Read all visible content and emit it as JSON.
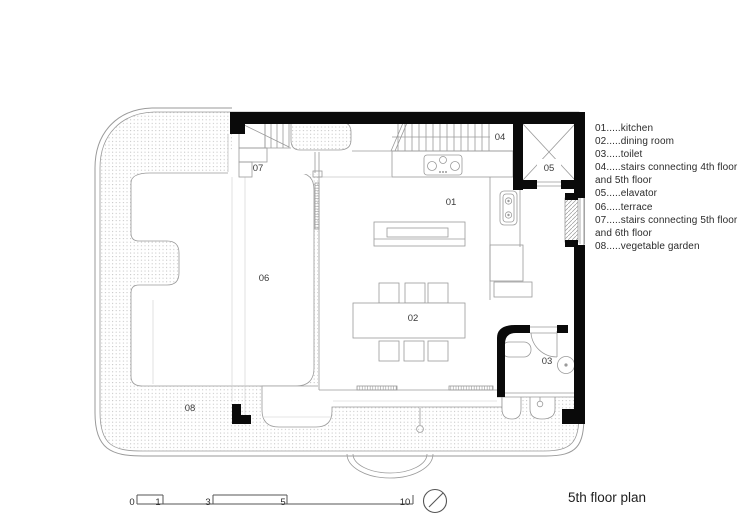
{
  "title": "5th floor plan",
  "plan": {
    "labels": {
      "kitchen": "01",
      "dining_room": "02",
      "toilet": "03",
      "stairs_4th_5th": "04",
      "elevator": "05",
      "terrace": "06",
      "stairs_5th_6th": "07",
      "vegetable_garden": "08"
    }
  },
  "legend": {
    "lines": [
      "01.....kitchen",
      "02.....dining room",
      "03.....toilet",
      "04.....stairs connecting 4th floor",
      "and 5th floor",
      "05.....elavator",
      "06.....terrace",
      "07.....stairs connecting 5th floor",
      "and 6th floor",
      "08.....vegetable garden"
    ]
  },
  "scalebar": {
    "labels": [
      "0",
      "1",
      "3",
      "5",
      "10"
    ]
  },
  "colors": {
    "wall": "#0a0a0a",
    "line": "#9a9a9a",
    "faint": "#d5d5d5",
    "text": "#3a3a3a"
  }
}
